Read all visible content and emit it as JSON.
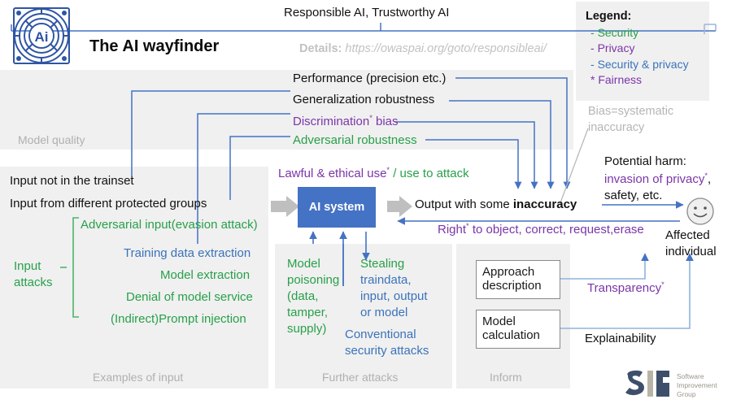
{
  "header": {
    "top_caption": "Responsible AI, Trustworthy AI",
    "title": "The AI wayfinder",
    "details_label": "Details:",
    "details_url": "https://owaspai.org/goto/responsibleai/",
    "logo_text": "Ai",
    "logo_name": "owasp-ai-exchange-logo"
  },
  "legend": {
    "title": "Legend:",
    "items": [
      {
        "marker": "-",
        "label": "Security",
        "color": "#27a04a"
      },
      {
        "marker": "-",
        "label": "Privacy",
        "color": "#7b35a8"
      },
      {
        "marker": "-",
        "label": "Security & privacy",
        "color": "#3b73b9"
      },
      {
        "marker": "*",
        "label": "Fairness",
        "color": "#7b35a8"
      }
    ]
  },
  "model_quality": {
    "section_label": "Model quality",
    "items": [
      {
        "label": "Performance (precision etc.)",
        "color": "#111111",
        "star": false
      },
      {
        "label": "Generalization robustness",
        "color": "#111111",
        "star": false
      },
      {
        "label": "Discrimination",
        "suffix": " bias",
        "color": "#7b35a8",
        "star": true
      },
      {
        "label": "Adversarial robustness",
        "color": "#27a04a",
        "star": false
      }
    ]
  },
  "inputs": {
    "section_label": "Examples of input",
    "lines": [
      {
        "label": "Input not in the trainset",
        "color": "#111111"
      },
      {
        "label": "Input from different protected groups",
        "color": "#111111"
      },
      {
        "label": "Adversarial input(evasion attack)",
        "color": "#27a04a"
      }
    ],
    "attacks_bracket_label_1": "Input",
    "attacks_bracket_label_2": "attacks",
    "attacks": [
      {
        "label": "Training data extraction",
        "color": "#3b73b9"
      },
      {
        "label": "Model extraction",
        "color": "#27a04a"
      },
      {
        "label": "Denial of model service",
        "color": "#27a04a"
      },
      {
        "label": "(Indirect)Prompt injection",
        "color": "#27a04a"
      }
    ]
  },
  "center": {
    "lawful_use_a": "Lawful & ethical use",
    "lawful_use_b": "/ use to attack",
    "ai_system": "AI system",
    "output_prefix": "Output with some ",
    "output_bold": "inaccuracy",
    "rights_a": "Right",
    "rights_b": " to object, correct, request,erase"
  },
  "further_attacks": {
    "section_label": "Further attacks",
    "model_poisoning": "Model\npoisoning\n(data,\ntamper,\nsupply)",
    "stealing_head": "Stealing",
    "stealing_body": "traindata,\ninput, output\nor model",
    "conventional": "Conventional\nsecurity attacks"
  },
  "harm": {
    "bias_note": "Bias=systematic\ninaccuracy",
    "potential_harm_title": "Potential harm:",
    "invasion": "invasion of privacy",
    "safety": "safety, etc.",
    "affected_1": "Affected",
    "affected_2": "individual",
    "smiley_name": "affected-individual-smiley-icon"
  },
  "inform": {
    "section_label": "Inform",
    "box1_line1": "Approach",
    "box1_line2": "description",
    "box2_line1": "Model",
    "box2_line2": "calculation",
    "transparency": "Transparency",
    "explainability": "Explainability"
  },
  "footer_logo": {
    "mark": "SIG",
    "line1": "Software",
    "line2": "Improvement",
    "line3": "Group"
  },
  "colors": {
    "security_green": "#27a04a",
    "privacy_purple": "#7b35a8",
    "both_blue": "#3b73b9",
    "panel_grey": "#f0f0f0",
    "ai_box_blue": "#4472c4",
    "connector_blue": "#4472c4",
    "arrow_grey": "#bfbfbf"
  }
}
